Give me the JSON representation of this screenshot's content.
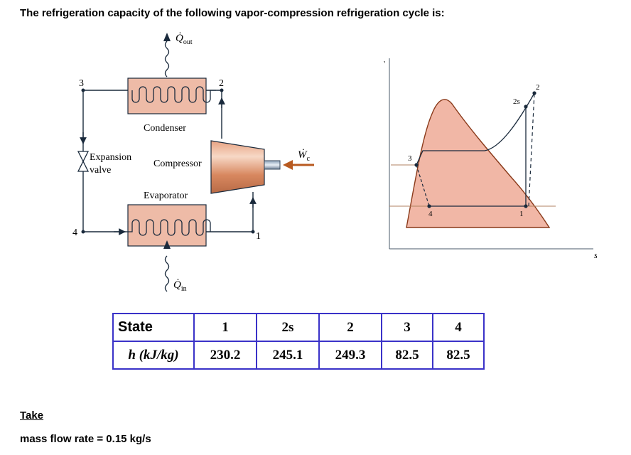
{
  "question": "The refrigeration capacity of the following vapor-compression refrigeration cycle is:",
  "cycle_diagram": {
    "q_out_label": "Q̇",
    "q_out_sub": "out",
    "q_in_label": "Q̇",
    "q_in_sub": "in",
    "w_label": "Ẇ",
    "w_sub": "c",
    "condenser": "Condenser",
    "evaporator": "Evaporator",
    "compressor": "Compressor",
    "expansion_line1": "Expansion",
    "expansion_line2": "valve",
    "states": [
      "1",
      "2",
      "3",
      "4"
    ]
  },
  "ts_diagram": {
    "y_axis": "T",
    "x_axis": "s",
    "points": [
      "1",
      "2",
      "2s",
      "3",
      "4"
    ]
  },
  "table": {
    "headers": [
      "State",
      "1",
      "2s",
      "2",
      "3",
      "4"
    ],
    "row_label": "h (kJ/kg)",
    "values": [
      "230.2",
      "245.1",
      "249.3",
      "82.5",
      "82.5"
    ]
  },
  "take_label": "Take ",
  "mass_flow": "mass flow rate = 0.15 kg/s",
  "colors": {
    "hx_fill": "#eebba7",
    "dome_fill": "#f1b7a6",
    "table_border": "#3a32c8",
    "arrow_brown": "#b85a20"
  }
}
